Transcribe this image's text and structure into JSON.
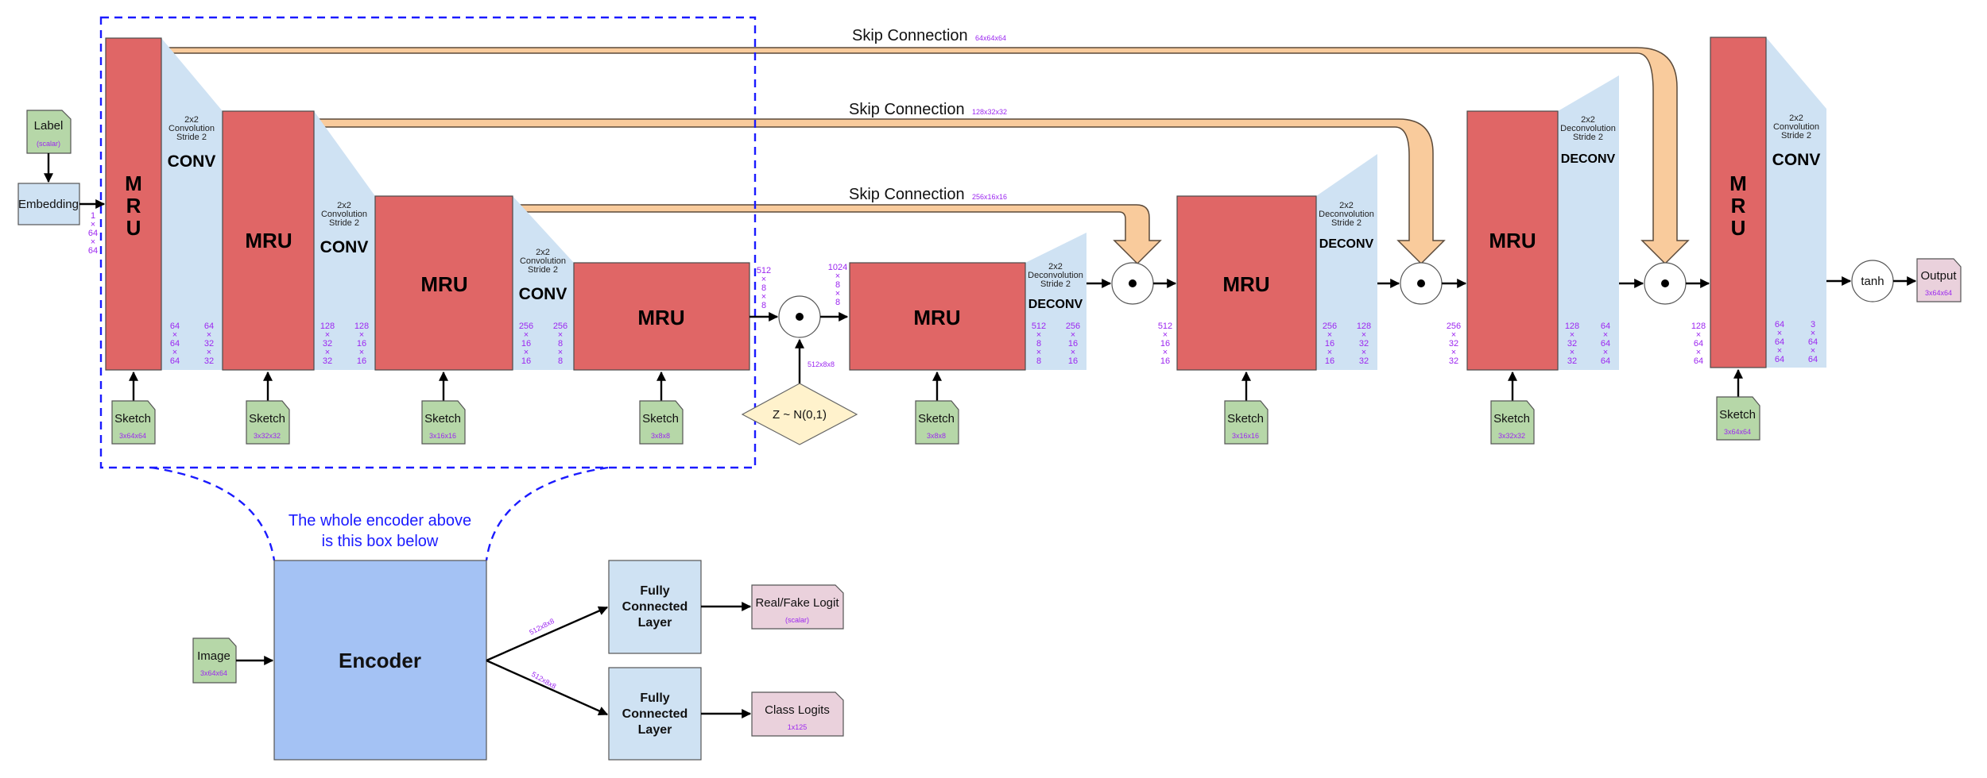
{
  "colors": {
    "mru": "#e06666",
    "conv": "#cfe2f3",
    "skip": "#f9cb9c",
    "input_node": "#b6d7a8",
    "output_node": "#ead1dc",
    "encoder": "#a4c2f4",
    "noise": "#fff2cc",
    "dimension_text": "#9c27f0",
    "annotation": "#1a1aff"
  },
  "inputs": {
    "label": {
      "title": "Label",
      "sub": "(scalar)"
    },
    "embedding": {
      "title": "Embedding",
      "dim": [
        "1",
        "×",
        "64",
        "×",
        "64"
      ]
    }
  },
  "encoder_blocks": [
    {
      "mru": "MRU",
      "mru_vertical": [
        "M",
        "R",
        "U"
      ],
      "op_desc": [
        "2x2",
        "Convolution",
        "Stride 2"
      ],
      "op": "CONV",
      "in_dim": [
        "64",
        "×",
        "64",
        "×",
        "64"
      ],
      "out_dim": [
        "64",
        "×",
        "32",
        "×",
        "32"
      ],
      "sketch": {
        "title": "Sketch",
        "sub": "3x64x64"
      }
    },
    {
      "mru": "MRU",
      "op_desc": [
        "2x2",
        "Convolution",
        "Stride 2"
      ],
      "op": "CONV",
      "in_dim": [
        "128",
        "×",
        "32",
        "×",
        "32"
      ],
      "out_dim": [
        "128",
        "×",
        "16",
        "×",
        "16"
      ],
      "sketch": {
        "title": "Sketch",
        "sub": "3x32x32"
      }
    },
    {
      "mru": "MRU",
      "op_desc": [
        "2x2",
        "Convolution",
        "Stride 2"
      ],
      "op": "CONV",
      "in_dim": [
        "256",
        "×",
        "16",
        "×",
        "16"
      ],
      "out_dim": [
        "256",
        "×",
        "8",
        "×",
        "8"
      ],
      "sketch": {
        "title": "Sketch",
        "sub": "3x16x16"
      }
    },
    {
      "mru": "MRU",
      "out_dim": [
        "512",
        "×",
        "8",
        "×",
        "8"
      ],
      "sketch": {
        "title": "Sketch",
        "sub": "3x8x8"
      }
    }
  ],
  "noise": {
    "label": "Z ~ N(0,1)",
    "dim": "512x8x8",
    "concat_dim": [
      "1024",
      "×",
      "8",
      "×",
      "8"
    ]
  },
  "decoder_blocks": [
    {
      "mru": "MRU",
      "op_desc": [
        "2x2",
        "Deconvolution",
        "Stride 2"
      ],
      "op": "DECONV",
      "in_dim": [
        "512",
        "×",
        "8",
        "×",
        "8"
      ],
      "out_dim": [
        "256",
        "×",
        "16",
        "×",
        "16"
      ],
      "sketch": {
        "title": "Sketch",
        "sub": "3x8x8"
      }
    },
    {
      "mru": "MRU",
      "pre_dim": [
        "512",
        "×",
        "16",
        "×",
        "16"
      ],
      "op_desc": [
        "2x2",
        "Deconvolution",
        "Stride 2"
      ],
      "op": "DECONV",
      "in_dim": [
        "256",
        "×",
        "16",
        "×",
        "16"
      ],
      "out_dim": [
        "128",
        "×",
        "32",
        "×",
        "32"
      ],
      "sketch": {
        "title": "Sketch",
        "sub": "3x16x16"
      }
    },
    {
      "mru": "MRU",
      "pre_dim": [
        "256",
        "×",
        "32",
        "×",
        "32"
      ],
      "op_desc": [
        "2x2",
        "Deconvolution",
        "Stride 2"
      ],
      "op": "DECONV",
      "in_dim": [
        "128",
        "×",
        "32",
        "×",
        "32"
      ],
      "out_dim": [
        "64",
        "×",
        "64",
        "×",
        "64"
      ],
      "sketch": {
        "title": "Sketch",
        "sub": "3x32x32"
      }
    },
    {
      "mru": "MRU",
      "mru_vertical": [
        "M",
        "R",
        "U"
      ],
      "pre_dim": [
        "128",
        "×",
        "64",
        "×",
        "64"
      ],
      "op_desc": [
        "2x2",
        "Convolution",
        "Stride 2"
      ],
      "op": "CONV",
      "in_dim": [
        "64",
        "×",
        "64",
        "×",
        "64"
      ],
      "out_dim": [
        "3",
        "×",
        "64",
        "×",
        "64"
      ],
      "sketch": {
        "title": "Sketch",
        "sub": "3x64x64"
      }
    }
  ],
  "skip_connections": [
    {
      "label": "Skip Connection",
      "dim": "64x64x64"
    },
    {
      "label": "Skip Connection",
      "dim": "128x32x32"
    },
    {
      "label": "Skip Connection",
      "dim": "256x16x16"
    }
  ],
  "merge_symbol": "•",
  "activation": "tanh",
  "output": {
    "title": "Output",
    "sub": "3x64x64"
  },
  "annotation": [
    "The whole encoder above",
    "is this box below"
  ],
  "discriminator": {
    "image": {
      "title": "Image",
      "sub": "3x64x64"
    },
    "encoder": "Encoder",
    "branch_dim": "512x8x8",
    "fc_label": [
      "Fully",
      "Connected",
      "Layer"
    ],
    "heads": [
      {
        "title": "Real/Fake Logit",
        "sub": "(scalar)"
      },
      {
        "title": "Class Logits",
        "sub": "1x125"
      }
    ]
  }
}
